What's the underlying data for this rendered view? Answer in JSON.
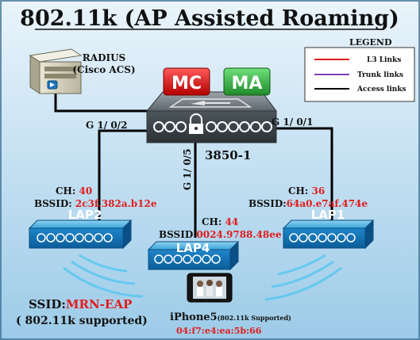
{
  "title": "802.11k (AP Assisted Roaming)",
  "legend": {
    "title": "LEGEND",
    "items": [
      {
        "label": "L3 Links",
        "color": "#e31b1b"
      },
      {
        "label": "Trunk links",
        "color": "#7b3fb5"
      },
      {
        "label": "Access links",
        "color": "#000000"
      }
    ]
  },
  "radius": {
    "line1": "RADIUS",
    "line2": "(Cisco ACS)"
  },
  "switch": {
    "name": "3850-1",
    "badge_mc": "MC",
    "badge_ma": "MA"
  },
  "ports": {
    "left": "G 1/ 0/2",
    "right": "G 1/ 0/1",
    "center": "G 1/ 0/5"
  },
  "aps": [
    {
      "name": "LAP2",
      "ch_label": "CH:",
      "ch": "40",
      "bssid_label": "BSSID:",
      "bssid": "2c3f.382a.b12e"
    },
    {
      "name": "LAP1",
      "ch_label": "CH:",
      "ch": "36",
      "bssid_label": "BSSID:",
      "bssid": "64a0.e7af.474e"
    },
    {
      "name": "LAP4",
      "ch_label": "CH:",
      "ch": "44",
      "bssid_label": "BSSID",
      "bssid": "0024.9788.48ee"
    }
  ],
  "ssid": {
    "label": "SSID:",
    "value": "MRN-EAP",
    "note": "( 802.11k supported)"
  },
  "client": {
    "name": "iPhone5",
    "note": "(802.11k Supported)",
    "mac": "04:f7:e4:ea:5b:66"
  }
}
